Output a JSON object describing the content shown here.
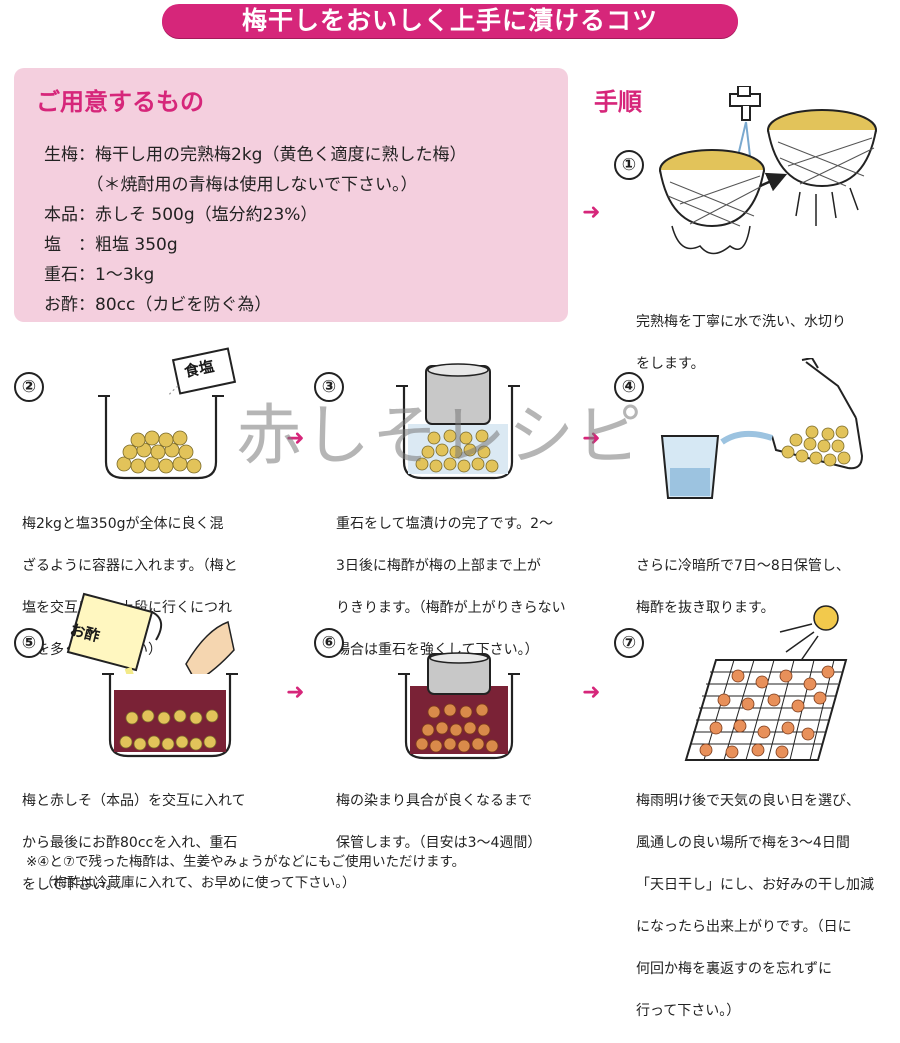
{
  "title": "梅干しをおいしく上手に漬けるコツ",
  "ingredients": {
    "heading": "ご用意するもの",
    "lines": [
      "生梅：梅干し用の完熟梅2kg（黄色く適度に熟した梅）",
      "　　　（＊焼酎用の青梅は使用しないで下さい。）",
      "本品：赤しそ 500g（塩分約23%）",
      "塩　：粗塩 350g",
      "重石：1〜3kg",
      "お酢：80cc（カビを防ぐ為）"
    ]
  },
  "steps_heading": "手順",
  "watermark": "赤しそレシピ",
  "label_salt": "食塩",
  "label_vinegar": "お酢",
  "steps": [
    {
      "num": "①",
      "lines": [
        "完熟梅を丁寧に水で洗い、水切り",
        "をします。"
      ]
    },
    {
      "num": "②",
      "lines": [
        "梅2kgと塩350gが全体に良く混",
        "ざるように容器に入れます。（梅と",
        "塩を交互に入れ上段に行くにつれ",
        "塩を多くすると良い）"
      ]
    },
    {
      "num": "③",
      "lines": [
        "重石をして塩漬けの完了です。2〜",
        "3日後に梅酢が梅の上部まで上が",
        "りきります。（梅酢が上がりきらない",
        "場合は重石を強くして下さい。）"
      ]
    },
    {
      "num": "④",
      "lines": [
        "さらに冷暗所で7日〜8日保管し、",
        "梅酢を抜き取ります。"
      ]
    },
    {
      "num": "⑤",
      "lines": [
        "梅と赤しそ（本品）を交互に入れて",
        "から最後にお酢80ccを入れ、重石",
        "をして下さい。"
      ]
    },
    {
      "num": "⑥",
      "lines": [
        "梅の染まり具合が良くなるまで",
        "保管します。（目安は3〜4週間）"
      ]
    },
    {
      "num": "⑦",
      "lines": [
        "梅雨明け後で天気の良い日を選び、",
        "風通しの良い場所で梅を3〜4日間",
        "「天日干し」にし、お好みの干し加減",
        "になったら出来上がりです。（日に",
        "何回か梅を裏返すのを忘れずに",
        "行って下さい。）"
      ]
    }
  ],
  "footnote": [
    "※④と⑦で残った梅酢は、生姜やみょうがなどにもご使用いただけます。",
    "（梅酢は冷蔵庫に入れて、お早めに使って下さい。）"
  ],
  "colors": {
    "accent": "#d6267a",
    "panel": "#f4cfde",
    "plum": "#e2c35a"
  }
}
